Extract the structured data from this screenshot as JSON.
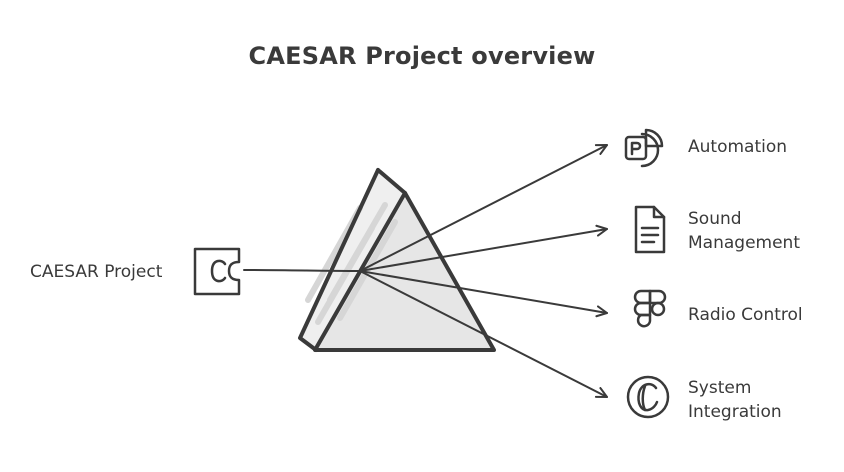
{
  "title": "CAESAR Project overview",
  "source": {
    "label": "CAESAR Project",
    "icon": "puzzle-piece-icon"
  },
  "outputs": [
    {
      "lines": [
        "Automation"
      ],
      "icon": "powerpoint-icon"
    },
    {
      "lines": [
        "Sound",
        "Management"
      ],
      "icon": "document-icon"
    },
    {
      "lines": [
        "Radio Control"
      ],
      "icon": "figma-icon"
    },
    {
      "lines": [
        "System",
        "Integration"
      ],
      "icon": "copyright-c-icon"
    }
  ],
  "colors": {
    "stroke": "#3a3a3a",
    "prism_fill": "#e8e8e8"
  }
}
